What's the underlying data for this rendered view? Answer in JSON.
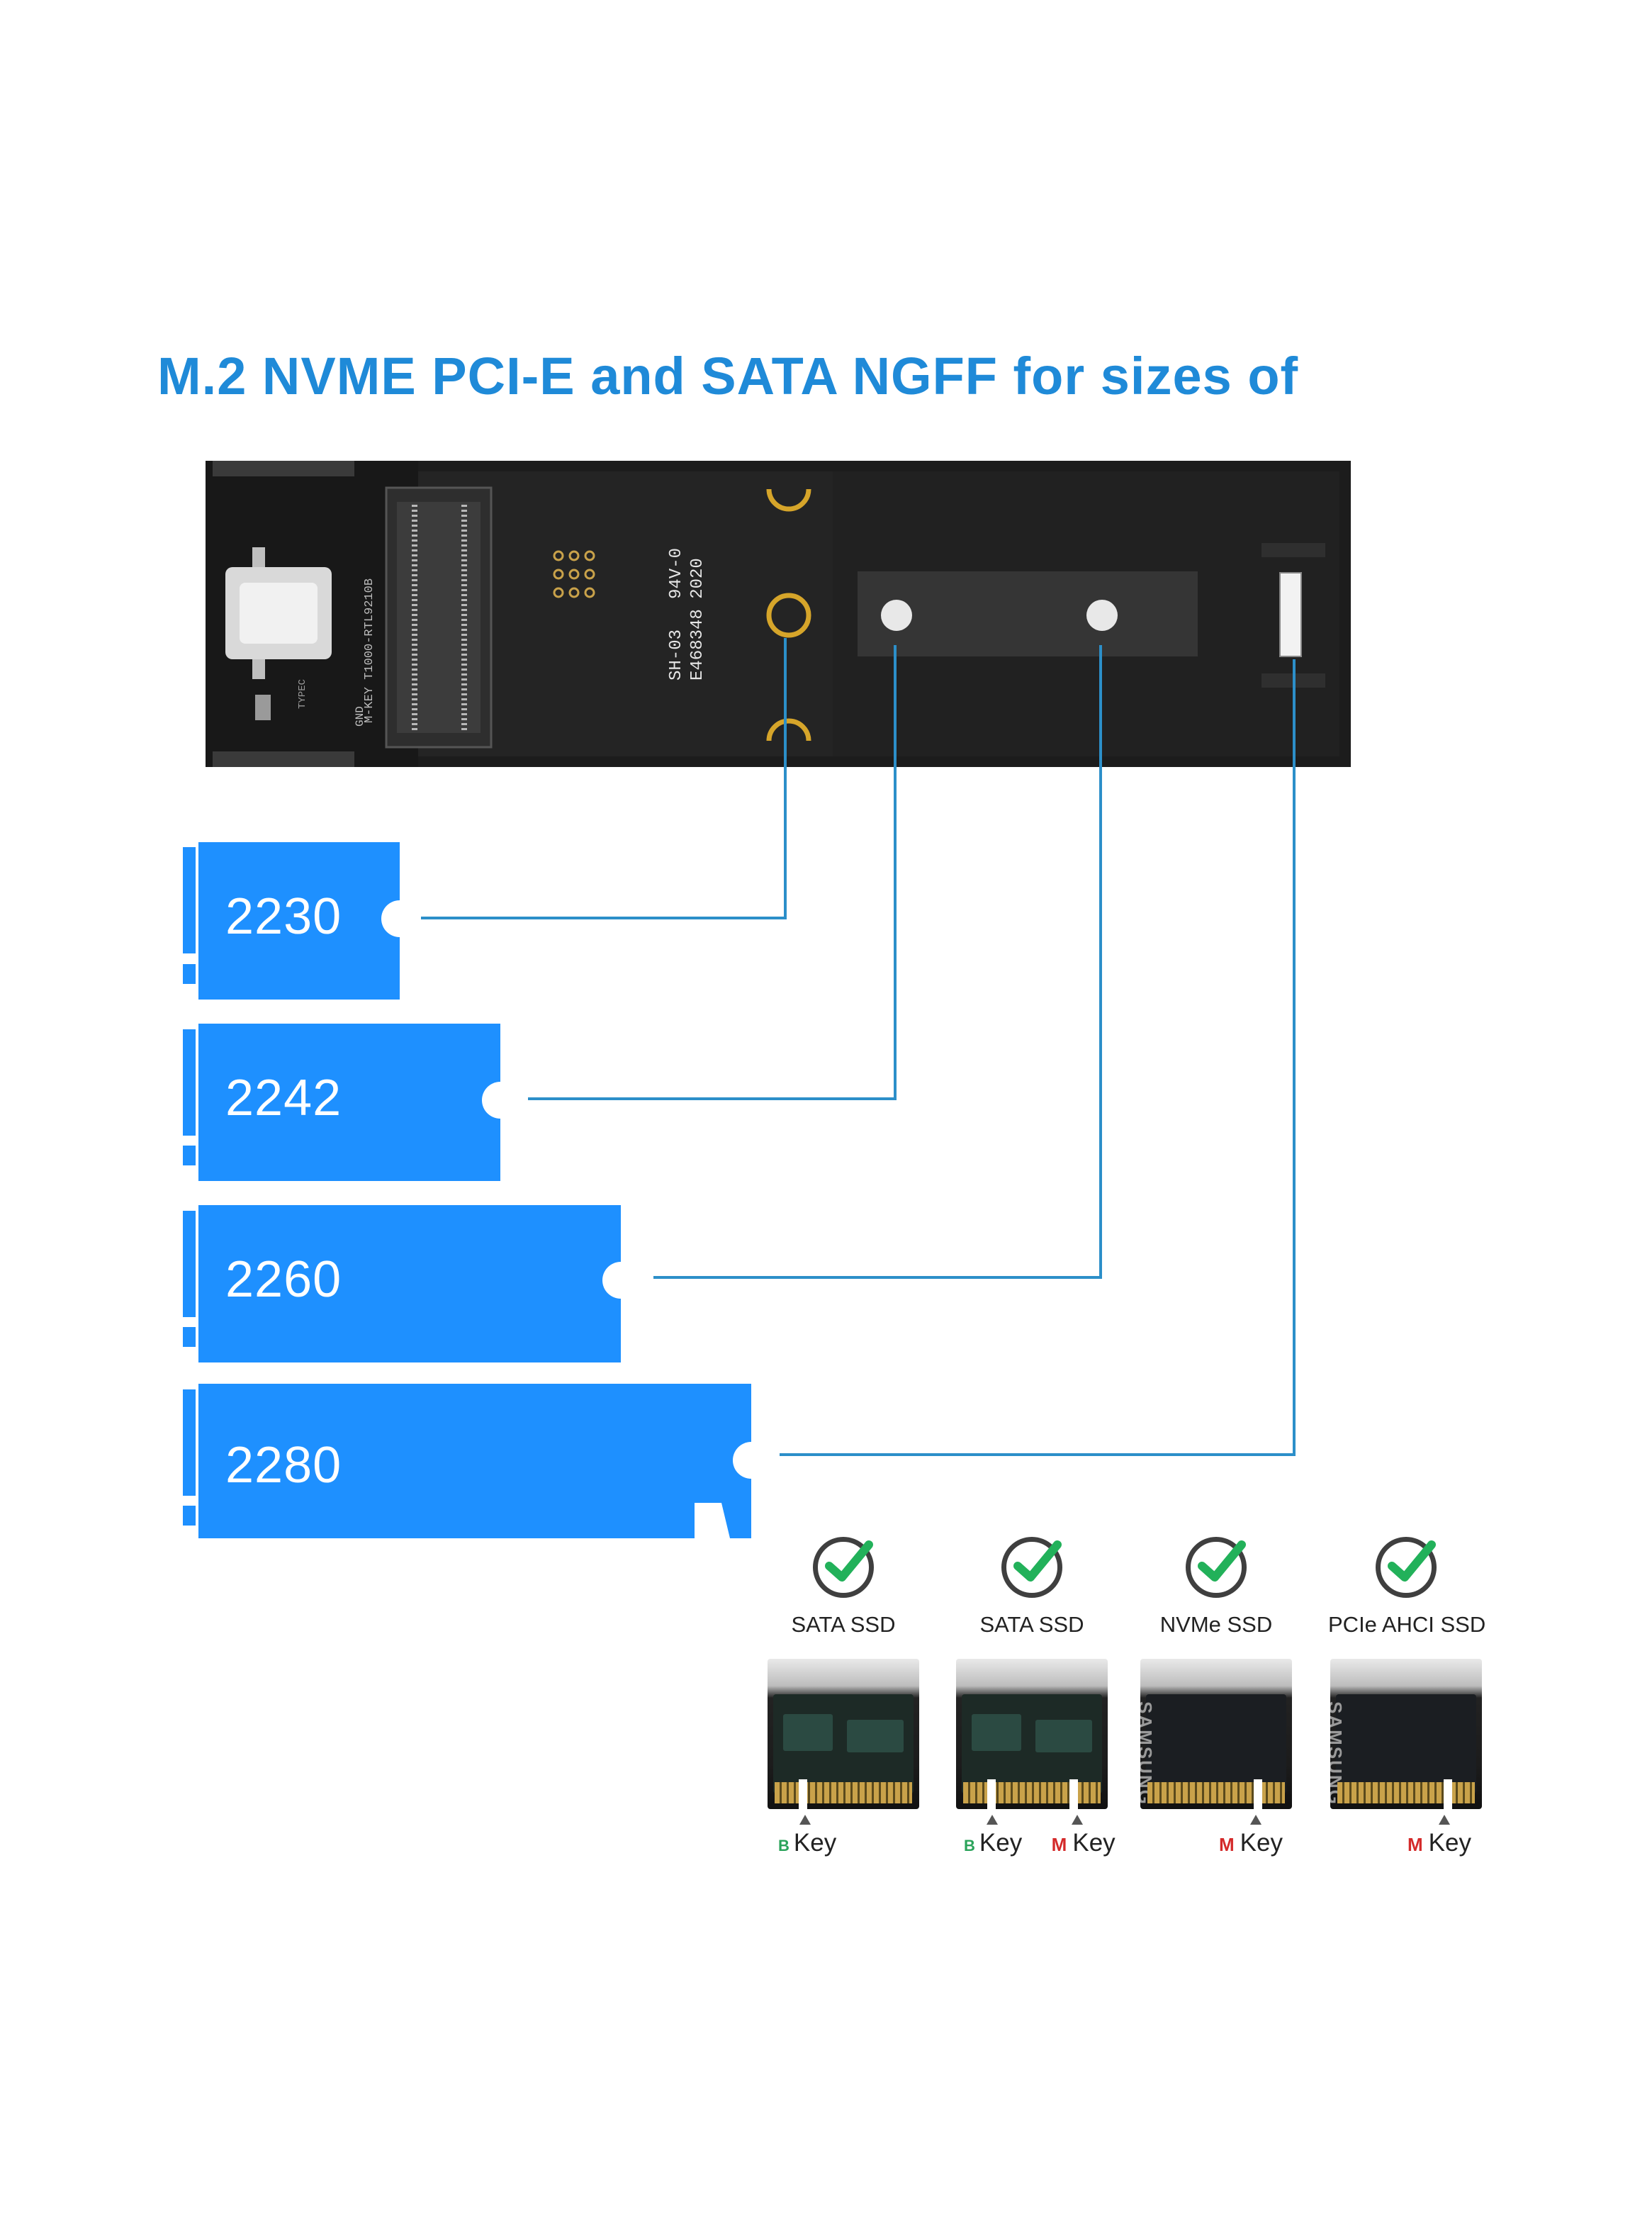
{
  "title": "M.2 NVME PCI-E and SATA NGFF for sizes of",
  "sizes": [
    {
      "label": "2230"
    },
    {
      "label": "2242"
    },
    {
      "label": "2260"
    },
    {
      "label": "2280"
    }
  ],
  "board_silkscreen": {
    "model": "SH-03",
    "rating": "94V-0",
    "cert": "E468348 2020",
    "chip": "M-KEY T1000-RTL9210B",
    "type_c": "TYPEC",
    "gnd": "GND"
  },
  "ssd_types": [
    {
      "label": "SATA SSD",
      "keys": [
        {
          "letter": "B",
          "text": "Key",
          "color": "#2aa35a"
        }
      ]
    },
    {
      "label": "SATA SSD",
      "keys": [
        {
          "letter": "B",
          "text": "Key",
          "color": "#2aa35a"
        },
        {
          "letter": "M",
          "text": "Key",
          "color": "#d42a2a"
        }
      ]
    },
    {
      "label": "NVMe SSD",
      "keys": [
        {
          "letter": "M",
          "text": "Key",
          "color": "#d42a2a"
        }
      ]
    },
    {
      "label": "PCIe AHCI SSD",
      "keys": [
        {
          "letter": "M",
          "text": "Key",
          "color": "#d42a2a"
        }
      ]
    }
  ],
  "brand_on_photo": "SAMSUNG",
  "colors": {
    "accent": "#1f8ad8",
    "module_blue": "#1e90ff",
    "leader_line": "#2c8fc9",
    "board": "#1f1f1f",
    "gold": "#d6a52a"
  }
}
